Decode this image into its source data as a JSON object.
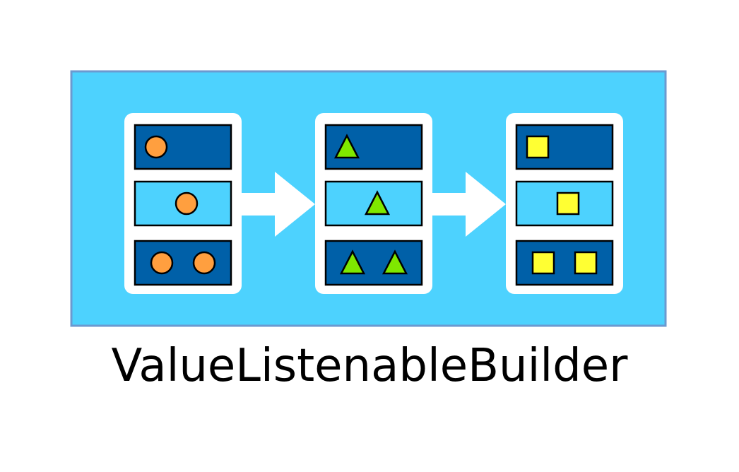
{
  "caption": "ValueListenableBuilder",
  "colors": {
    "frame_fill": "#4dd2fe",
    "frame_border": "#6b9ad0",
    "card_fill": "#ffffff",
    "row_dark": "#0060a8",
    "row_light": "#4dd2fe",
    "row_border": "#000000",
    "arrow": "#ffffff",
    "circle": "#ff9f3f",
    "triangle": "#7fe800",
    "square": "#ffff33"
  },
  "stages": [
    {
      "shape": "circle-icon",
      "rows": [
        {
          "tone": "dark",
          "count": 1,
          "align": "left"
        },
        {
          "tone": "light",
          "count": 1,
          "align": "center"
        },
        {
          "tone": "dark",
          "count": 2,
          "align": "center"
        }
      ]
    },
    {
      "shape": "triangle-icon",
      "rows": [
        {
          "tone": "dark",
          "count": 1,
          "align": "left"
        },
        {
          "tone": "light",
          "count": 1,
          "align": "center"
        },
        {
          "tone": "dark",
          "count": 2,
          "align": "center"
        }
      ]
    },
    {
      "shape": "square-icon",
      "rows": [
        {
          "tone": "dark",
          "count": 1,
          "align": "left"
        },
        {
          "tone": "light",
          "count": 1,
          "align": "center"
        },
        {
          "tone": "dark",
          "count": 2,
          "align": "center"
        }
      ]
    }
  ],
  "arrows": 2
}
